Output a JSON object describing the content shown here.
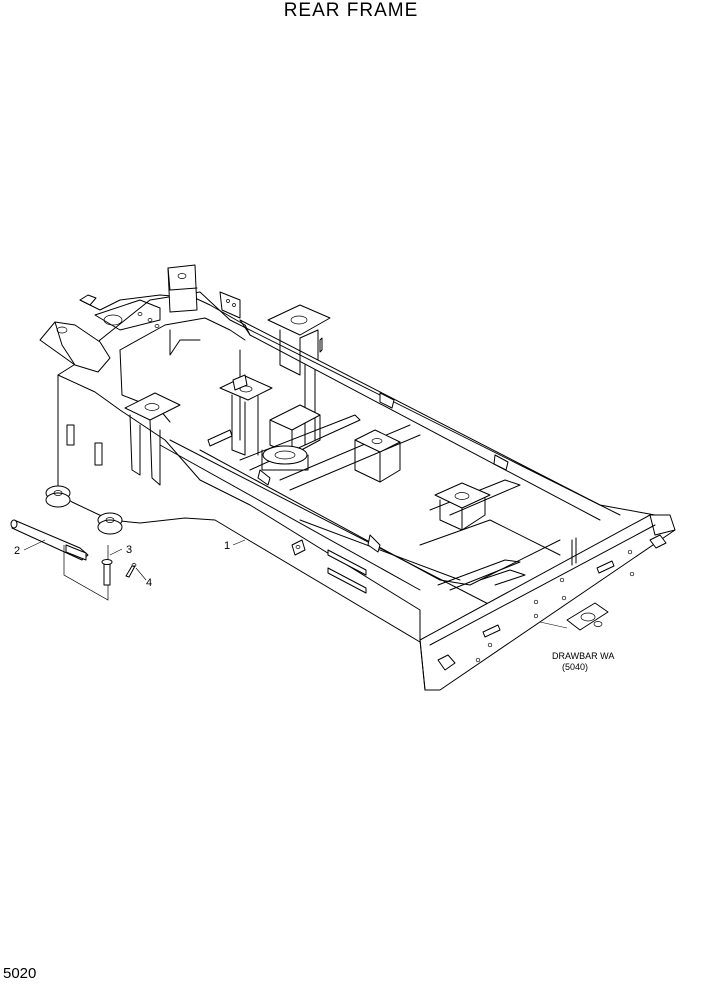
{
  "title": "REAR FRAME",
  "page_number": "5020",
  "callouts": {
    "c1": "1",
    "c2": "2",
    "c3": "3",
    "c4": "4"
  },
  "reference": {
    "line1": "DRAWBAR WA",
    "line2": "(5040)"
  }
}
